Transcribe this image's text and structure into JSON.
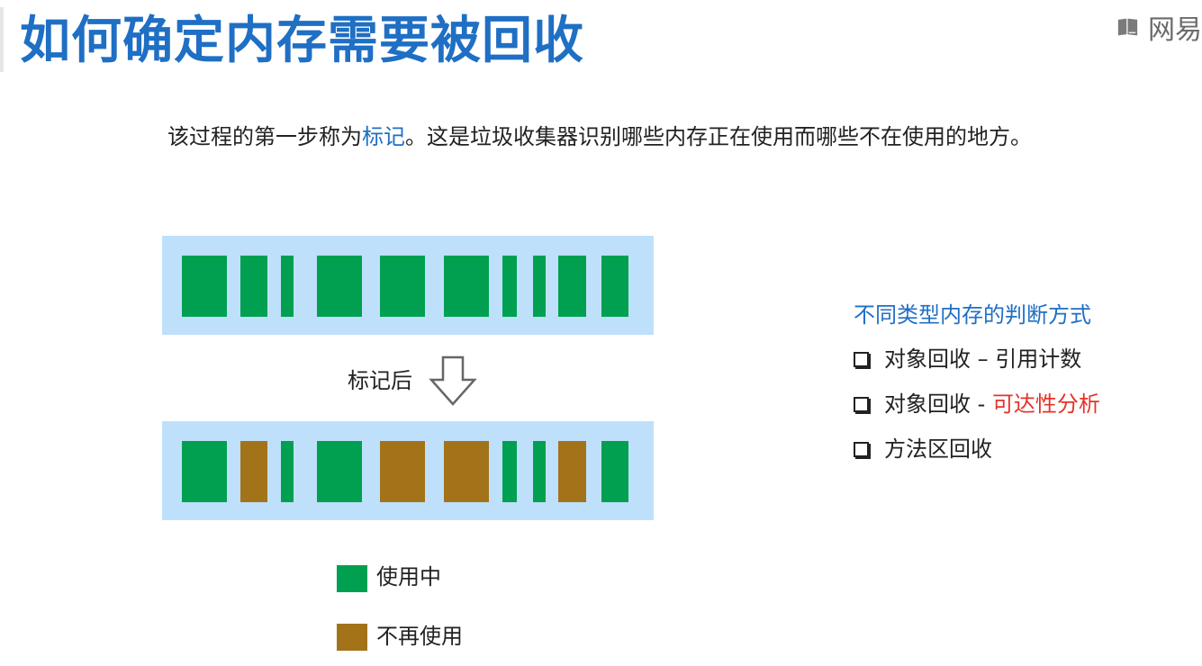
{
  "header": {
    "title": "如何确定内存需要被回收",
    "brand_text": "网易"
  },
  "intro": {
    "before": "该过程的第一步称为",
    "highlight": "标记",
    "after": "。这是垃圾收集器识别哪些内存正在使用而哪些不在使用的地方。"
  },
  "diagram": {
    "arrow_label": "标记后",
    "blocks_before": [
      "in-use",
      "in-use",
      "in-use",
      "in-use",
      "in-use",
      "in-use",
      "in-use",
      "in-use",
      "in-use",
      "in-use"
    ],
    "blocks_after": [
      "in-use",
      "unused",
      "in-use",
      "in-use",
      "unused",
      "unused",
      "in-use",
      "in-use",
      "unused",
      "in-use"
    ]
  },
  "legend": {
    "in_use_label": "使用中",
    "unused_label": "不再使用"
  },
  "side_panel": {
    "heading": "不同类型内存的判断方式",
    "items": [
      {
        "prefix": "对象回收 – 引用计数",
        "highlight": ""
      },
      {
        "prefix": "对象回收 - ",
        "highlight": "可达性分析"
      },
      {
        "prefix": "方法区回收",
        "highlight": ""
      }
    ]
  },
  "colors": {
    "title_blue": "#1f6fc4",
    "strip_bg": "#bfe0fb",
    "in_use": "#00a050",
    "unused": "#a3731a",
    "highlight_red": "#e5332a"
  }
}
